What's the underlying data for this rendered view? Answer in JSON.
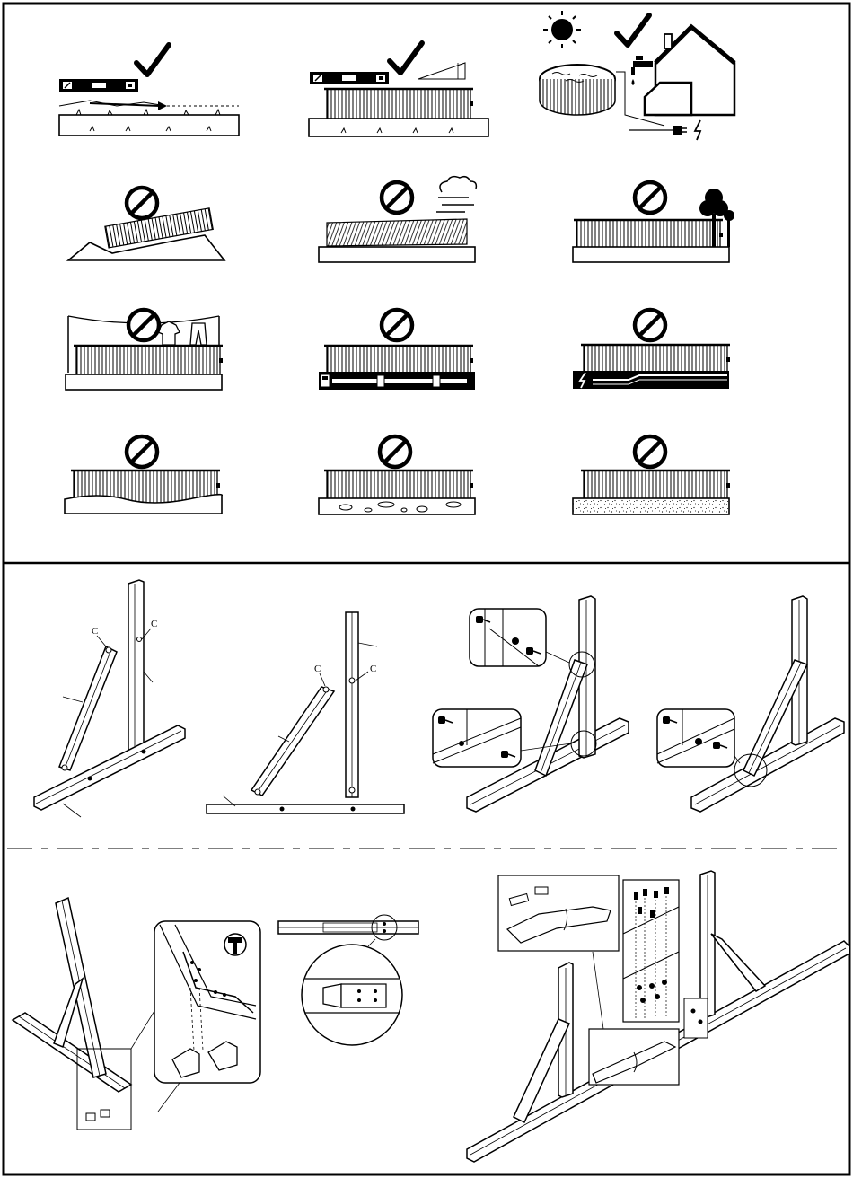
{
  "page": {
    "title": "",
    "site_rules": {
      "correct_symbol": "check-mark-icon",
      "forbidden_symbol": "prohibited-icon",
      "panels": [
        {
          "id": "level-ground",
          "verdict": "correct"
        },
        {
          "id": "level-pool-wall",
          "verdict": "correct"
        },
        {
          "id": "sunny-near-water-power",
          "verdict": "correct"
        },
        {
          "id": "on-slope",
          "verdict": "forbidden"
        },
        {
          "id": "windy-tilted",
          "verdict": "forbidden"
        },
        {
          "id": "under-trees",
          "verdict": "forbidden"
        },
        {
          "id": "under-clothesline",
          "verdict": "forbidden"
        },
        {
          "id": "over-gas-pipe",
          "verdict": "forbidden"
        },
        {
          "id": "over-electric-cable",
          "verdict": "forbidden"
        },
        {
          "id": "uneven-ground",
          "verdict": "forbidden"
        },
        {
          "id": "stony-ground",
          "verdict": "forbidden"
        },
        {
          "id": "sandy-ground",
          "verdict": "forbidden"
        }
      ]
    },
    "assembly": {
      "part_labels": {
        "c1": "C",
        "c2": "C",
        "c3": "C",
        "c4": "C"
      },
      "steps": [
        "parts-layout",
        "pin-alignment",
        "bolt-frame",
        "finished-frame",
        "mount-connectors",
        "beam-insert",
        "beam-joint"
      ]
    }
  }
}
